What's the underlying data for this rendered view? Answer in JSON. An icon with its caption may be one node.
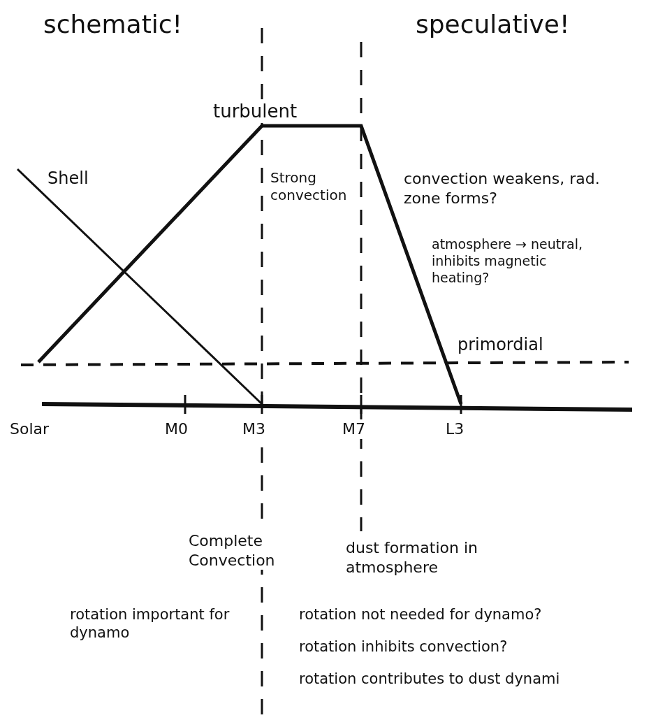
{
  "diagram": {
    "labels": [
      "schematic!",
      "speculative!",
      "turbulent",
      "Shell",
      "Strong convection",
      "convection weakens, rad. zone forms?",
      "atmosphere → neutral, inhibits magnetic heating?",
      "primordial",
      "Solar",
      "M0",
      "M3",
      "M7",
      "L3",
      "Complete Convection",
      "dust formation in atmosphere",
      "rotation important for dynamo",
      "rotation not needed for dynamo?",
      "rotation inhibits convection?",
      "rotation contributes to dust dynami"
    ]
  }
}
